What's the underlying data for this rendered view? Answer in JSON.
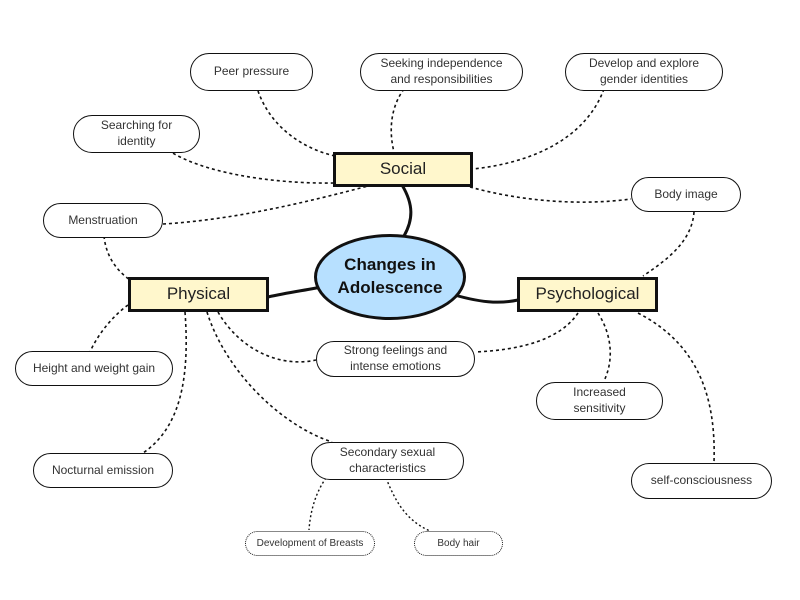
{
  "center": {
    "label": "Changes in\nAdolescence"
  },
  "categories": {
    "social": "Social",
    "physical": "Physical",
    "psychological": "Psychological"
  },
  "social_items": {
    "peer_pressure": "Peer pressure",
    "independence": "Seeking independence\nand responsibilities",
    "gender": "Develop and explore\ngender identities",
    "identity": "Searching for\nidentity",
    "body_image": "Body image"
  },
  "physical_items": {
    "menstruation": "Menstruation",
    "height_weight": "Height and weight gain",
    "nocturnal": "Nocturnal emission",
    "secondary": "Secondary sexual\ncharacteristics",
    "breasts": "Development of Breasts",
    "body_hair": "Body hair"
  },
  "psychological_items": {
    "strong_feelings": "Strong feelings and\nintense emotions",
    "sensitivity": "Increased\nsensitivity",
    "self_conscious": "self-consciousness"
  }
}
